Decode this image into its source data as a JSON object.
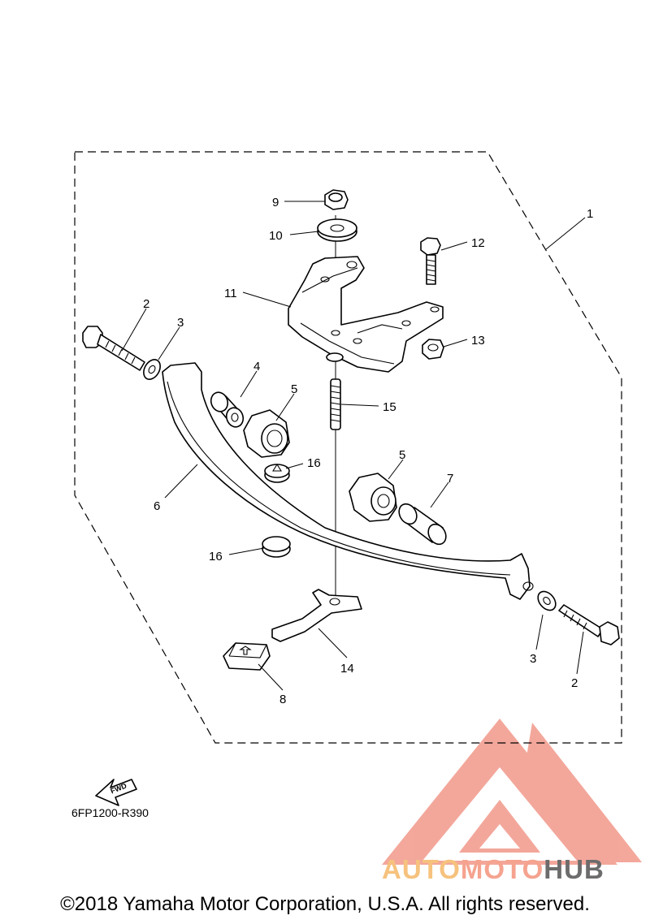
{
  "diagram": {
    "callouts": {
      "c1": "1",
      "c2a": "2",
      "c2b": "2",
      "c3a": "3",
      "c3b": "3",
      "c4": "4",
      "c5a": "5",
      "c5b": "5",
      "c6": "6",
      "c7": "7",
      "c8": "8",
      "c9": "9",
      "c10": "10",
      "c11": "11",
      "c12": "12",
      "c13": "13",
      "c14": "14",
      "c15": "15",
      "c16a": "16",
      "c16b": "16"
    },
    "fwd_label": "FWD",
    "drawing_code": "6FP1200-R390"
  },
  "watermark": {
    "brand_part1": "AUTO",
    "brand_part2": "MOTO",
    "brand_part3": "HUB",
    "colors": {
      "logo": "#f08a7a",
      "auto": "#f6c27d",
      "moto": "#f5a38f",
      "hub": "#6c6c6c"
    }
  },
  "footer": {
    "copyright": "©2018 Yamaha Motor Corporation, U.S.A. All rights reserved."
  }
}
